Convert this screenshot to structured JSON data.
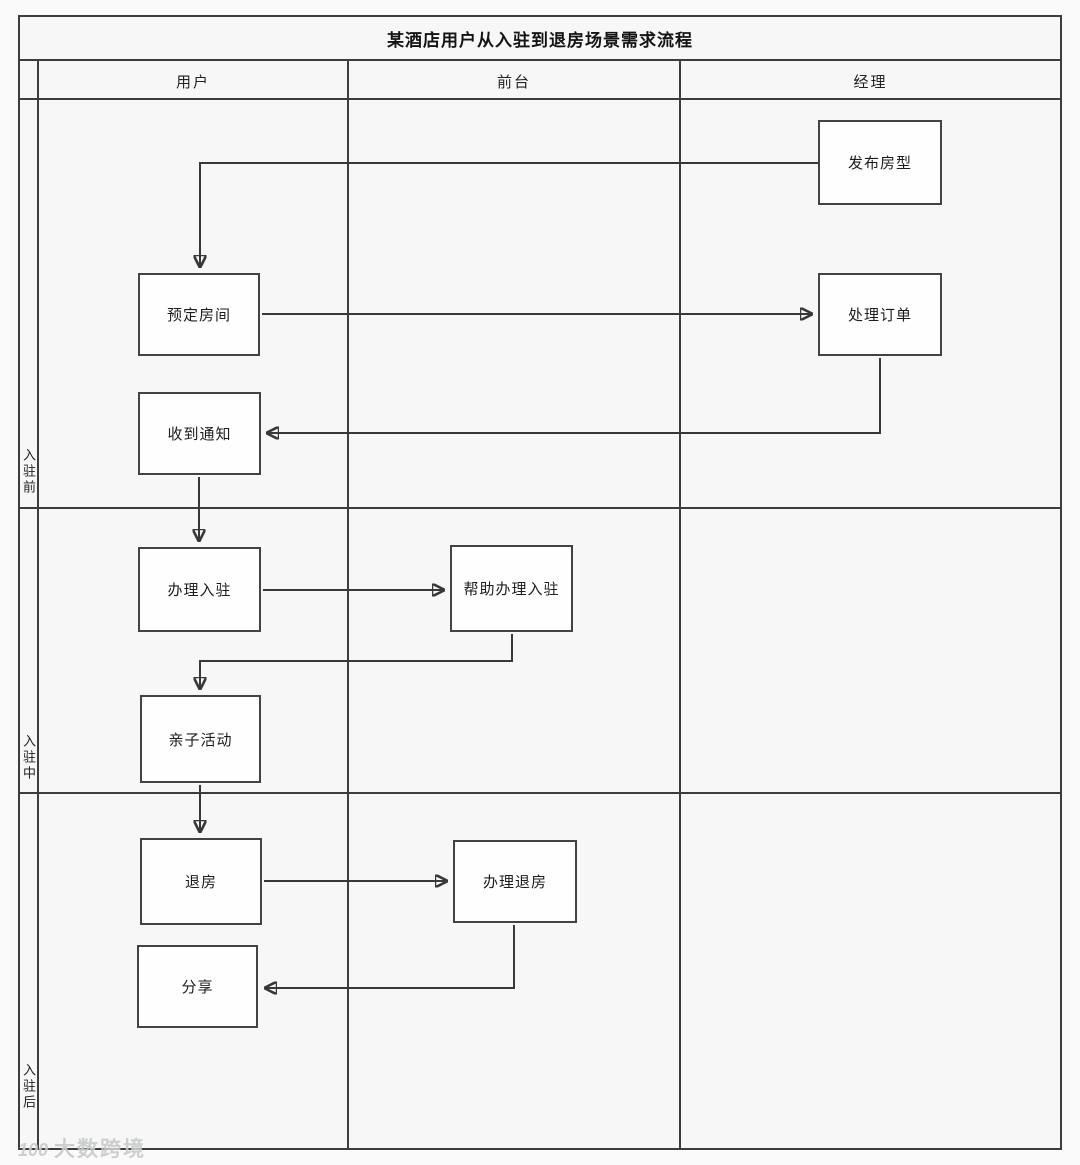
{
  "title": "某酒店用户从入驻到退房场景需求流程",
  "columns": [
    {
      "label": "用户"
    },
    {
      "label": "前台"
    },
    {
      "label": "经理"
    }
  ],
  "rows": [
    {
      "label": "入驻前"
    },
    {
      "label": "入驻中"
    },
    {
      "label": "入驻后"
    }
  ],
  "nodes": {
    "publish_room": {
      "label": "发布房型",
      "lane": "经理",
      "phase": "入驻前"
    },
    "book_room": {
      "label": "预定房间",
      "lane": "用户",
      "phase": "入驻前"
    },
    "process_order": {
      "label": "处理订单",
      "lane": "经理",
      "phase": "入驻前"
    },
    "receive_notice": {
      "label": "收到通知",
      "lane": "用户",
      "phase": "入驻前"
    },
    "check_in": {
      "label": "办理入驻",
      "lane": "用户",
      "phase": "入驻中"
    },
    "help_check_in": {
      "label": "帮助办理入驻",
      "lane": "前台",
      "phase": "入驻中"
    },
    "family_activity": {
      "label": "亲子活动",
      "lane": "用户",
      "phase": "入驻中"
    },
    "check_out": {
      "label": "退房",
      "lane": "用户",
      "phase": "入驻后"
    },
    "process_check_out": {
      "label": "办理退房",
      "lane": "前台",
      "phase": "入驻后"
    },
    "share": {
      "label": "分享",
      "lane": "用户",
      "phase": "入驻后"
    }
  },
  "edges": [
    {
      "from": "publish_room",
      "to": "book_room"
    },
    {
      "from": "book_room",
      "to": "process_order"
    },
    {
      "from": "process_order",
      "to": "receive_notice"
    },
    {
      "from": "receive_notice",
      "to": "check_in"
    },
    {
      "from": "check_in",
      "to": "help_check_in"
    },
    {
      "from": "help_check_in",
      "to": "family_activity"
    },
    {
      "from": "family_activity",
      "to": "check_out"
    },
    {
      "from": "check_out",
      "to": "process_check_out"
    },
    {
      "from": "process_check_out",
      "to": "share"
    }
  ],
  "watermark": {
    "logo": "100",
    "text": "大数跨境"
  },
  "colors": {
    "line": "#3d3d3d",
    "node_fill": "#fefefe",
    "background": "#f7f7f7"
  }
}
